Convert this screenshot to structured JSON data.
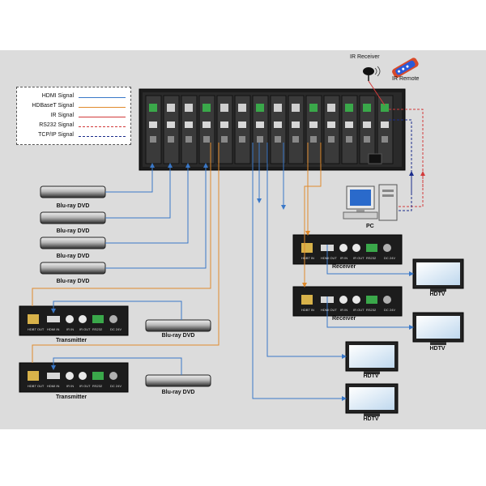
{
  "legend": {
    "items": [
      {
        "label": "HDMI Signal",
        "color": "#3a78c8",
        "style": "solid"
      },
      {
        "label": "HDBaseT Signal",
        "color": "#e08a2c",
        "style": "solid"
      },
      {
        "label": "IR Signal",
        "color": "#d23a3a",
        "style": "solid"
      },
      {
        "label": "RS232 Signal",
        "color": "#d23a3a",
        "style": "dashed"
      },
      {
        "label": "TCP/IP Signal",
        "color": "#1a2c8c",
        "style": "dashed"
      }
    ]
  },
  "ir": {
    "receiver_label": "IR Receiver",
    "remote_label": "IR Remote"
  },
  "pc": {
    "label": "PC"
  },
  "sources": [
    {
      "label": "Blu-ray DVD"
    },
    {
      "label": "Blu-ray DVD"
    },
    {
      "label": "Blu-ray DVD"
    },
    {
      "label": "Blu-ray DVD"
    }
  ],
  "transmitters": [
    {
      "title": "Transmitter",
      "ports": [
        "HDBT OUT",
        "HDMI IN",
        "IR IN",
        "IR OUT",
        "RS232",
        "DC 24V"
      ],
      "source_label": "Blu-ray DVD"
    },
    {
      "title": "Transmitter",
      "ports": [
        "HDBT OUT",
        "HDMI IN",
        "IR IN",
        "IR OUT",
        "RS232",
        "DC 24V"
      ],
      "source_label": "Blu-ray DVD"
    }
  ],
  "receivers": [
    {
      "title": "Receiver",
      "ports": [
        "HDBT IN",
        "HDMI OUT",
        "IR IN",
        "IR OUT",
        "RS232",
        "DC 24V"
      ],
      "display_label": "HDTV"
    },
    {
      "title": "Receiver",
      "ports": [
        "HDBT IN",
        "HDMI OUT",
        "IR IN",
        "IR OUT",
        "RS232",
        "DC 24V"
      ],
      "display_label": "HDTV"
    }
  ],
  "displays": [
    {
      "label": "HDTV"
    },
    {
      "label": "HDTV"
    }
  ],
  "colors": {
    "hdmi": "#3a78c8",
    "hdbt": "#e08a2c",
    "ir": "#d23a3a",
    "tcp": "#1a2c8c",
    "panel": "#dcdcdc",
    "device": "#1c1c1c"
  }
}
